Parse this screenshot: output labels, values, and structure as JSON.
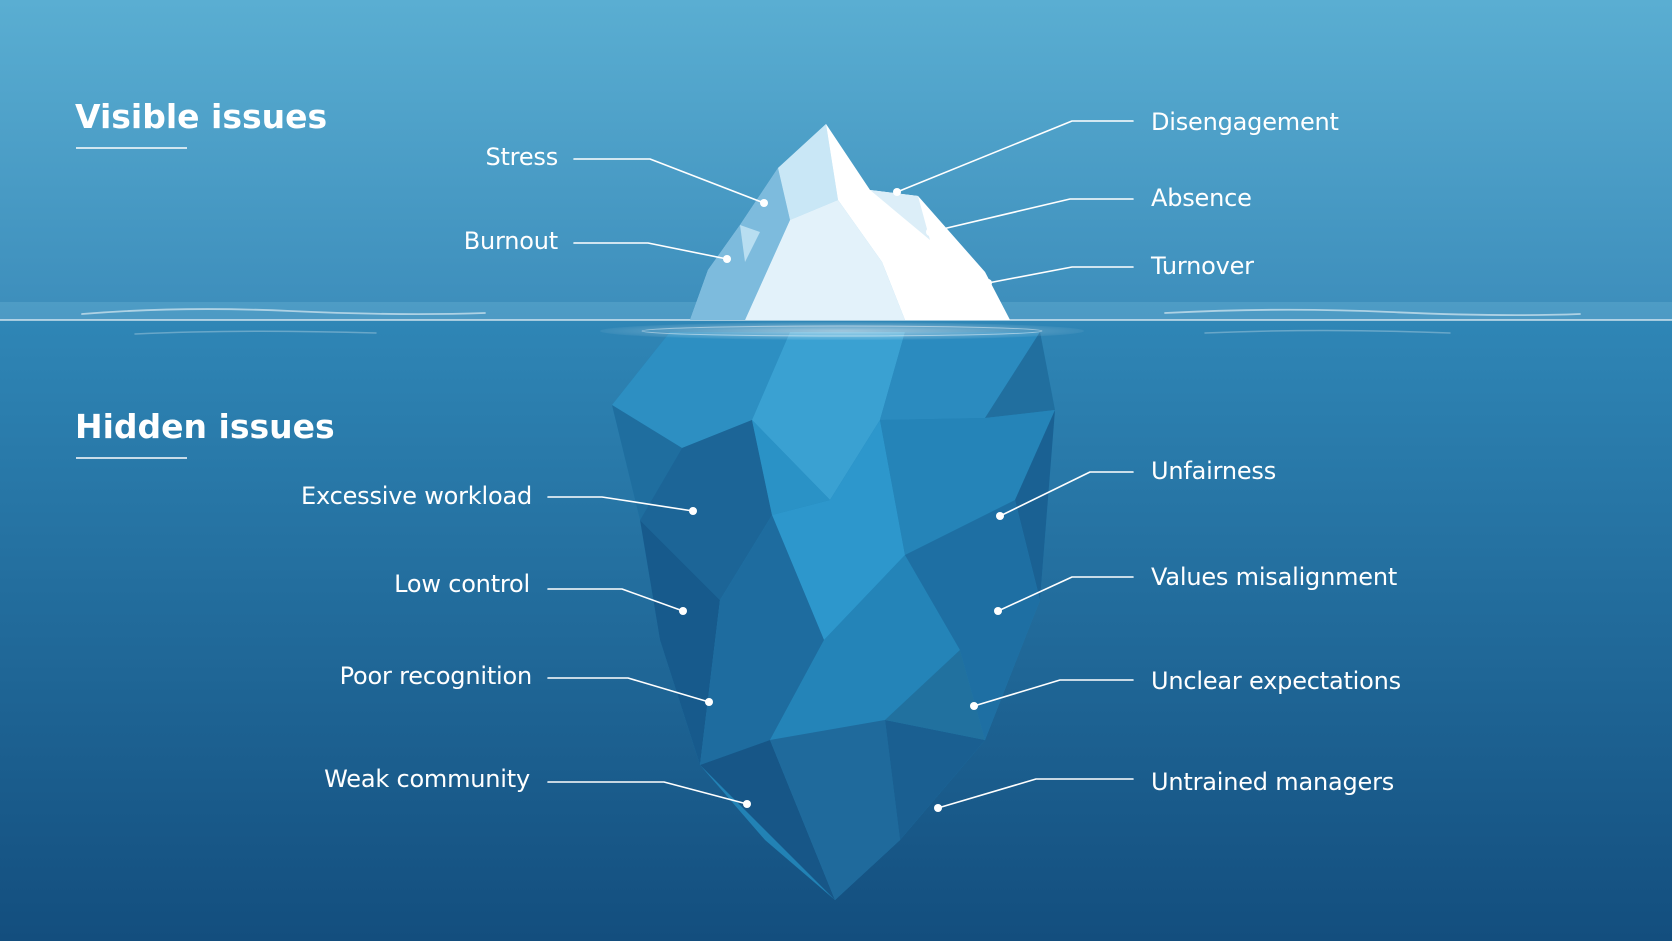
{
  "colors": {
    "sky_top": "#5aaed2",
    "sky_bottom": "#3c8dbb",
    "water_top": "#2f86b6",
    "water_bottom": "#134e7e",
    "ice_light": "#ffffff",
    "ice_shadow": "#a9d6ec",
    "berg_light": "#2f93c4",
    "berg_dark": "#1b5f90",
    "line": "#ffffff"
  },
  "sections": {
    "visible": {
      "title": "Visible issues"
    },
    "hidden": {
      "title": "Hidden issues"
    }
  },
  "visible_issues": {
    "left": [
      {
        "label": "Stress"
      },
      {
        "label": "Burnout"
      }
    ],
    "right": [
      {
        "label": "Disengagement"
      },
      {
        "label": "Absence"
      },
      {
        "label": "Turnover"
      }
    ]
  },
  "hidden_issues": {
    "left": [
      {
        "label": "Excessive workload"
      },
      {
        "label": "Low control"
      },
      {
        "label": "Poor recognition"
      },
      {
        "label": "Weak community"
      }
    ],
    "right": [
      {
        "label": "Unfairness"
      },
      {
        "label": "Values misalignment"
      },
      {
        "label": "Unclear expectations"
      },
      {
        "label": "Untrained managers"
      }
    ]
  }
}
